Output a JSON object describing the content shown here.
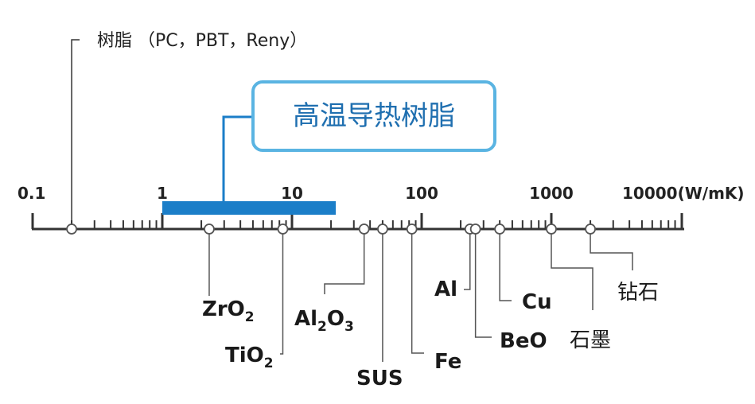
{
  "axis": {
    "tick_labels": [
      {
        "value": 0.1,
        "text": "0.1"
      },
      {
        "value": 1,
        "text": "1"
      },
      {
        "value": 10,
        "text": "10"
      },
      {
        "value": 100,
        "text": "100"
      },
      {
        "value": 1000,
        "text": "1000"
      }
    ],
    "end_label": "10000(W/mK)"
  },
  "resin": {
    "label": "树脂 （PC，PBT，Reny）",
    "value": 0.2
  },
  "highlight": {
    "label": "高温导热树脂",
    "from": 1,
    "to": 20,
    "color": "#1b7ec8"
  },
  "materials": [
    {
      "id": "zro2",
      "base": "ZrO",
      "sub": "2",
      "sub2": "",
      "after": "",
      "value": 2.3
    },
    {
      "id": "tio2",
      "base": "TiO",
      "sub": "2",
      "sub2": "",
      "after": "",
      "value": 8.5
    },
    {
      "id": "al2o3",
      "base": "Al",
      "sub": "2",
      "sub2": "3",
      "after": "O",
      "value": 36
    },
    {
      "id": "sus",
      "base": "SUS",
      "sub": "",
      "sub2": "",
      "after": "",
      "value": 50
    },
    {
      "id": "fe",
      "base": "Fe",
      "sub": "",
      "sub2": "",
      "after": "",
      "value": 84
    },
    {
      "id": "al",
      "base": "Al",
      "sub": "",
      "sub2": "",
      "after": "",
      "value": 236
    },
    {
      "id": "beo",
      "base": "BeO",
      "sub": "",
      "sub2": "",
      "after": "",
      "value": 260
    },
    {
      "id": "cu",
      "base": "Cu",
      "sub": "",
      "sub2": "",
      "after": "",
      "value": 400
    },
    {
      "id": "graphite",
      "base": "石墨",
      "sub": "",
      "sub2": "",
      "after": "",
      "value": 1000
    },
    {
      "id": "diamond",
      "base": "钻石",
      "sub": "",
      "sub2": "",
      "after": "",
      "value": 2000
    }
  ]
}
